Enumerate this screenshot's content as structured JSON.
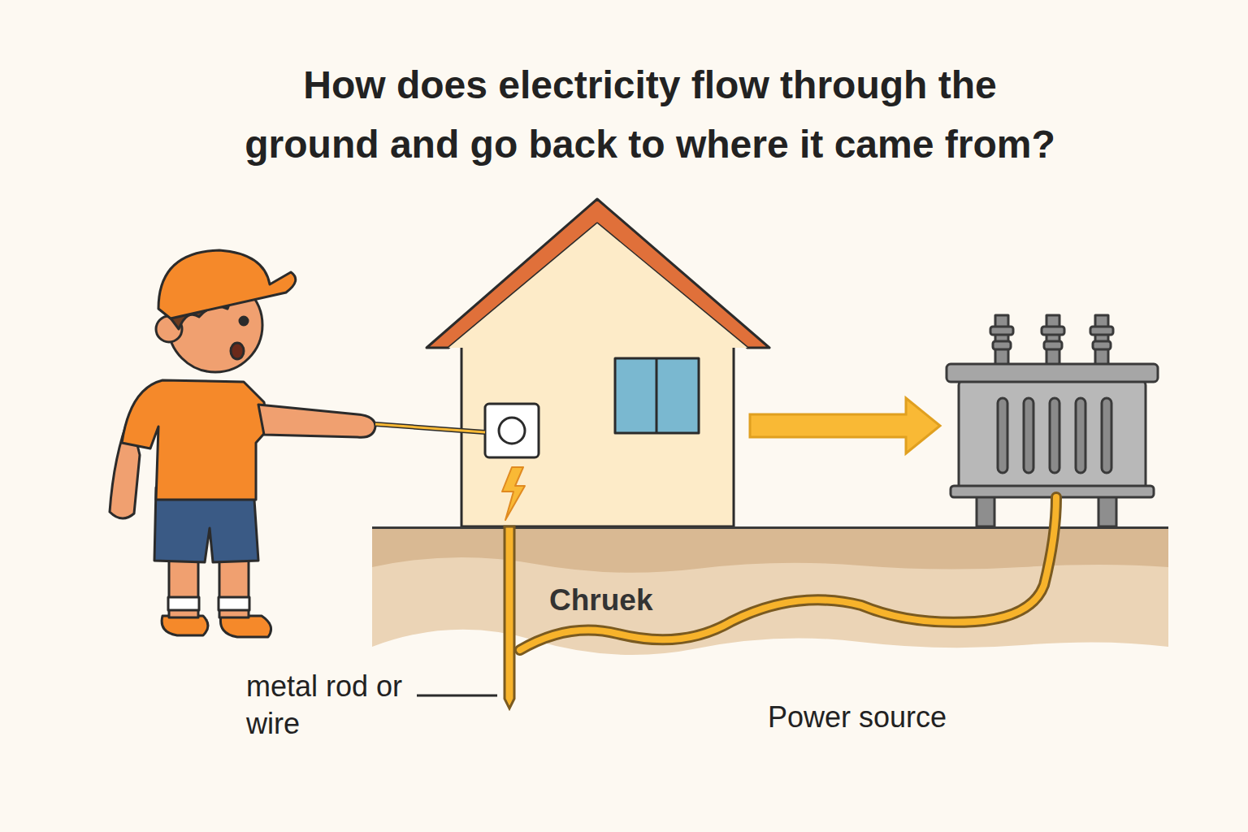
{
  "diagram": {
    "title": "How does electricity flow through the ground and go back to where it came from?",
    "nodes": [
      {
        "text": [
          "Chruek"
        ]
      }
    ],
    "labels": [
      "metal rod or wire",
      "Power source"
    ]
  }
}
